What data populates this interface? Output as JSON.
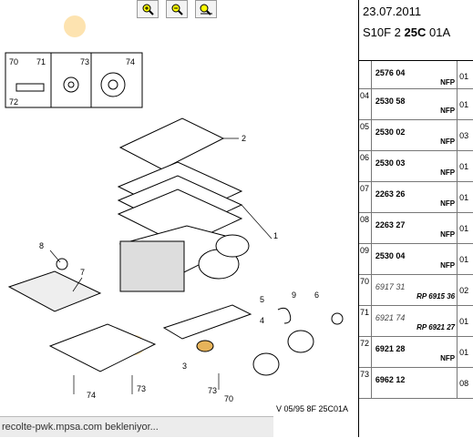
{
  "toolbar": {
    "zoom_in": "zoom-in",
    "zoom_out": "zoom-out",
    "zoom_drag": "zoom-drag"
  },
  "status": {
    "text": "recolte-pwk.mpsa.com bekleniyor..."
  },
  "header": {
    "date": "23.07.2011",
    "model_prefix": "S10F 2 ",
    "model_bold": "25C",
    "model_suffix": " 01A"
  },
  "diagram": {
    "callouts": [
      "70",
      "71",
      "72",
      "73",
      "74",
      "2",
      "1",
      "8",
      "7",
      "9",
      "6",
      "5",
      "4",
      "3",
      "73",
      "70",
      "74",
      "73",
      "V 05/95 8F 25C01A"
    ]
  },
  "parts": [
    {
      "line": "",
      "ref": "2576 04",
      "note": "NFP",
      "qty": "01",
      "style": "bold"
    },
    {
      "line": "04",
      "ref": "2530 58",
      "note": "NFP",
      "qty": "01",
      "style": "bold"
    },
    {
      "line": "05",
      "ref": "2530 02",
      "note": "NFP",
      "qty": "03",
      "style": "bold"
    },
    {
      "line": "06",
      "ref": "2530 03",
      "note": "NFP",
      "qty": "01",
      "style": "bold"
    },
    {
      "line": "07",
      "ref": "2263 26",
      "note": "NFP",
      "qty": "01",
      "style": "bold"
    },
    {
      "line": "08",
      "ref": "2263 27",
      "note": "NFP",
      "qty": "01",
      "style": "bold"
    },
    {
      "line": "09",
      "ref": "2530 04",
      "note": "NFP",
      "qty": "01",
      "style": "bold"
    },
    {
      "line": "70",
      "ref": "6917 31",
      "note": "RP 6915 36",
      "qty": "02",
      "style": "italic"
    },
    {
      "line": "71",
      "ref": "6921 74",
      "note": "RP 6921 27",
      "qty": "01",
      "style": "italic"
    },
    {
      "line": "72",
      "ref": "6921 28",
      "note": "NFP",
      "qty": "01",
      "style": "bold"
    },
    {
      "line": "73",
      "ref": "6962 12",
      "note": "",
      "qty": "08",
      "style": "bold"
    }
  ]
}
